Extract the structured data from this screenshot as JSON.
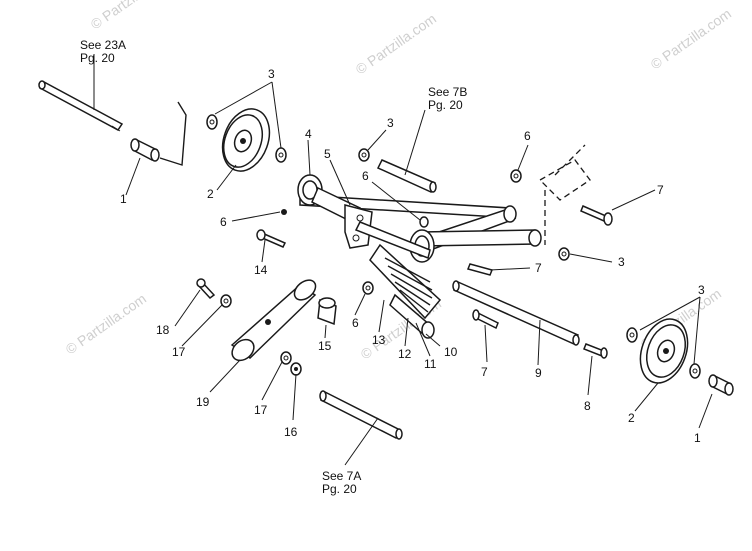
{
  "watermark": "© Partzilla.com",
  "references": {
    "ref_23a_line1": "See 23A",
    "ref_23a_line2": "Pg. 20",
    "ref_7b_line1": "See 7B",
    "ref_7b_line2": "Pg. 20",
    "ref_7a_line1": "See 7A",
    "ref_7a_line2": "Pg. 20"
  },
  "callouts": {
    "c1a": "1",
    "c1b": "1",
    "c2a": "2",
    "c2b": "2",
    "c3a": "3",
    "c3b": "3",
    "c3c": "3",
    "c3d": "3",
    "c4": "4",
    "c5": "5",
    "c6a": "6",
    "c6b": "6",
    "c6c": "6",
    "c6d": "6",
    "c7a": "7",
    "c7b": "7",
    "c7c": "7",
    "c8": "8",
    "c9": "9",
    "c10": "10",
    "c11": "11",
    "c12": "12",
    "c13": "13",
    "c14": "14",
    "c15": "15",
    "c16": "16",
    "c17a": "17",
    "c17b": "17",
    "c18": "18",
    "c19": "19"
  }
}
